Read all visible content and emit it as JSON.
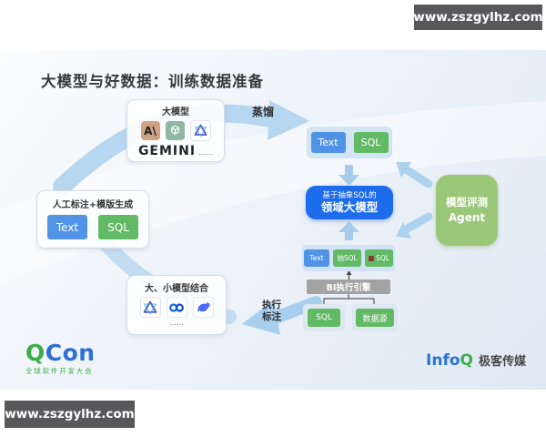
{
  "watermark_top": "www.zszgylhz.com",
  "watermark_bottom": "www.zszgylhz.com",
  "title": "大模型与好数据：训练数据准备",
  "foundation_card": {
    "label": "大模型",
    "anthropic_glyph": "A\\",
    "gemini": "GEMINI",
    "more": "……"
  },
  "labels": {
    "distill": "蒸馏",
    "exec_line1": "执行",
    "exec_line2": "标注"
  },
  "train_group": {
    "text": "Text",
    "sql": "SQL"
  },
  "domain_model": {
    "line1": "基于抽象SQL的",
    "line2": "领域大模型"
  },
  "agent_box": {
    "line1": "模型评测",
    "line2": "Agent"
  },
  "manual_card": {
    "title": "人工标注+模版生成",
    "text": "Text",
    "sql": "SQL"
  },
  "combine_card": {
    "title": "大、小模型结合",
    "more": "……"
  },
  "feedback_group": {
    "text": "Text",
    "abstract_sql": "抽SQL",
    "real_sql": "SQL"
  },
  "bi_engine": {
    "label": "BI执行引擎",
    "sql": "SQL",
    "datasource": "数据源"
  },
  "footer": {
    "qcon_q": "Q",
    "qcon_con": "Con",
    "qcon_tagline": "全球软件开发大会",
    "infoq_info": "Info",
    "infoq_q": "Q",
    "infoq_media": "极客传媒"
  },
  "colors": {
    "domain_model_blue": "#1d6ceb",
    "chip_blue": "#5193e6",
    "chip_green": "#62b966",
    "agent_green": "#9ac878",
    "arrow_blue": "#b7d6f0",
    "watermark_bg": "#58585a"
  }
}
